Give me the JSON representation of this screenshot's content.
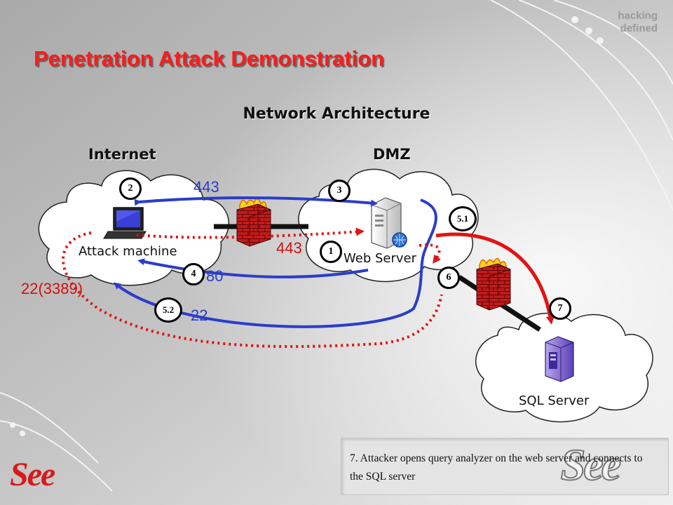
{
  "brand": {
    "line1": "hacking",
    "line2": "defined"
  },
  "title": "Penetration Attack Demonstration",
  "subtitle": "Network Architecture",
  "zones": {
    "internet": "Internet",
    "dmz": "DMZ"
  },
  "nodes": {
    "attack_machine": "Attack machine",
    "web_server": "Web Server",
    "sql_server": "SQL Server"
  },
  "ports": {
    "p443_blue": "443",
    "p443_red": "443",
    "p80": "80",
    "p22_blue": "22",
    "p22_red": "22(3389)"
  },
  "steps": {
    "s1": "1",
    "s2": "2",
    "s3": "3",
    "s4": "4",
    "s5_1": "5.1",
    "s5_2": "5.2",
    "s6": "6",
    "s7": "7"
  },
  "caption": "7. Attacker opens query analyzer on the web server and connects to the SQL server",
  "logos": {
    "corner": "See",
    "watermark": "See"
  },
  "colors": {
    "title": "#ff1a1a",
    "blue_flow": "#2b3dc9",
    "red_flow": "#d41010",
    "firewall": "#c01818"
  }
}
